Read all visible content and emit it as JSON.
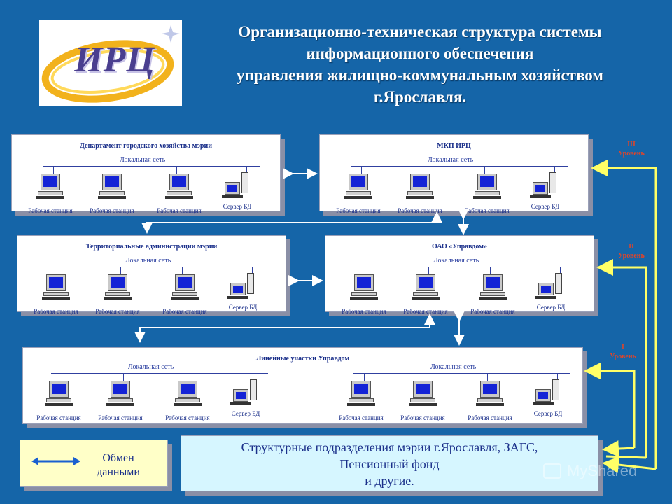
{
  "logo": {
    "text": "ИРЦ"
  },
  "title": {
    "line1": "Организационно-техническая структура системы",
    "line2": "информационного обеспечения",
    "line3": "управления жилищно-коммунальным хозяйством",
    "line4": "г.Ярославля."
  },
  "labels": {
    "network": "Локальная сеть",
    "workstation": "Рабочая станция",
    "server": "Сервер БД"
  },
  "boxes": {
    "department": {
      "title": "Департамент  городского  хозяйства  мэрии"
    },
    "mkp": {
      "title": "МКП ИРЦ"
    },
    "territorial": {
      "title": "Территориальные  администрации  мэрии"
    },
    "upravdom": {
      "title": "ОАО «Управдом»"
    },
    "linear": {
      "title": "Линейные участки  Управдом"
    }
  },
  "levels": {
    "l3": {
      "line1": "III",
      "line2": "Уровень"
    },
    "l2": {
      "line1": "II",
      "line2": "Уровень"
    },
    "l1": {
      "line1": "I",
      "line2": "Уровень"
    }
  },
  "legend": {
    "line1": "Обмен",
    "line2": "данными"
  },
  "bottom": {
    "line1": "Структурные подразделения мэрии г.Ярославля, ЗАГС,",
    "line2": "Пенсионный  фонд",
    "line3": "и другие."
  },
  "watermark": "MyShared",
  "colors": {
    "background": "#1565a8",
    "level_text": "#e0452a",
    "level_connector": "#ffff66",
    "arrow": "#ffffff",
    "legend_arrow": "#1a5fd0",
    "screen": "#1423d6"
  }
}
